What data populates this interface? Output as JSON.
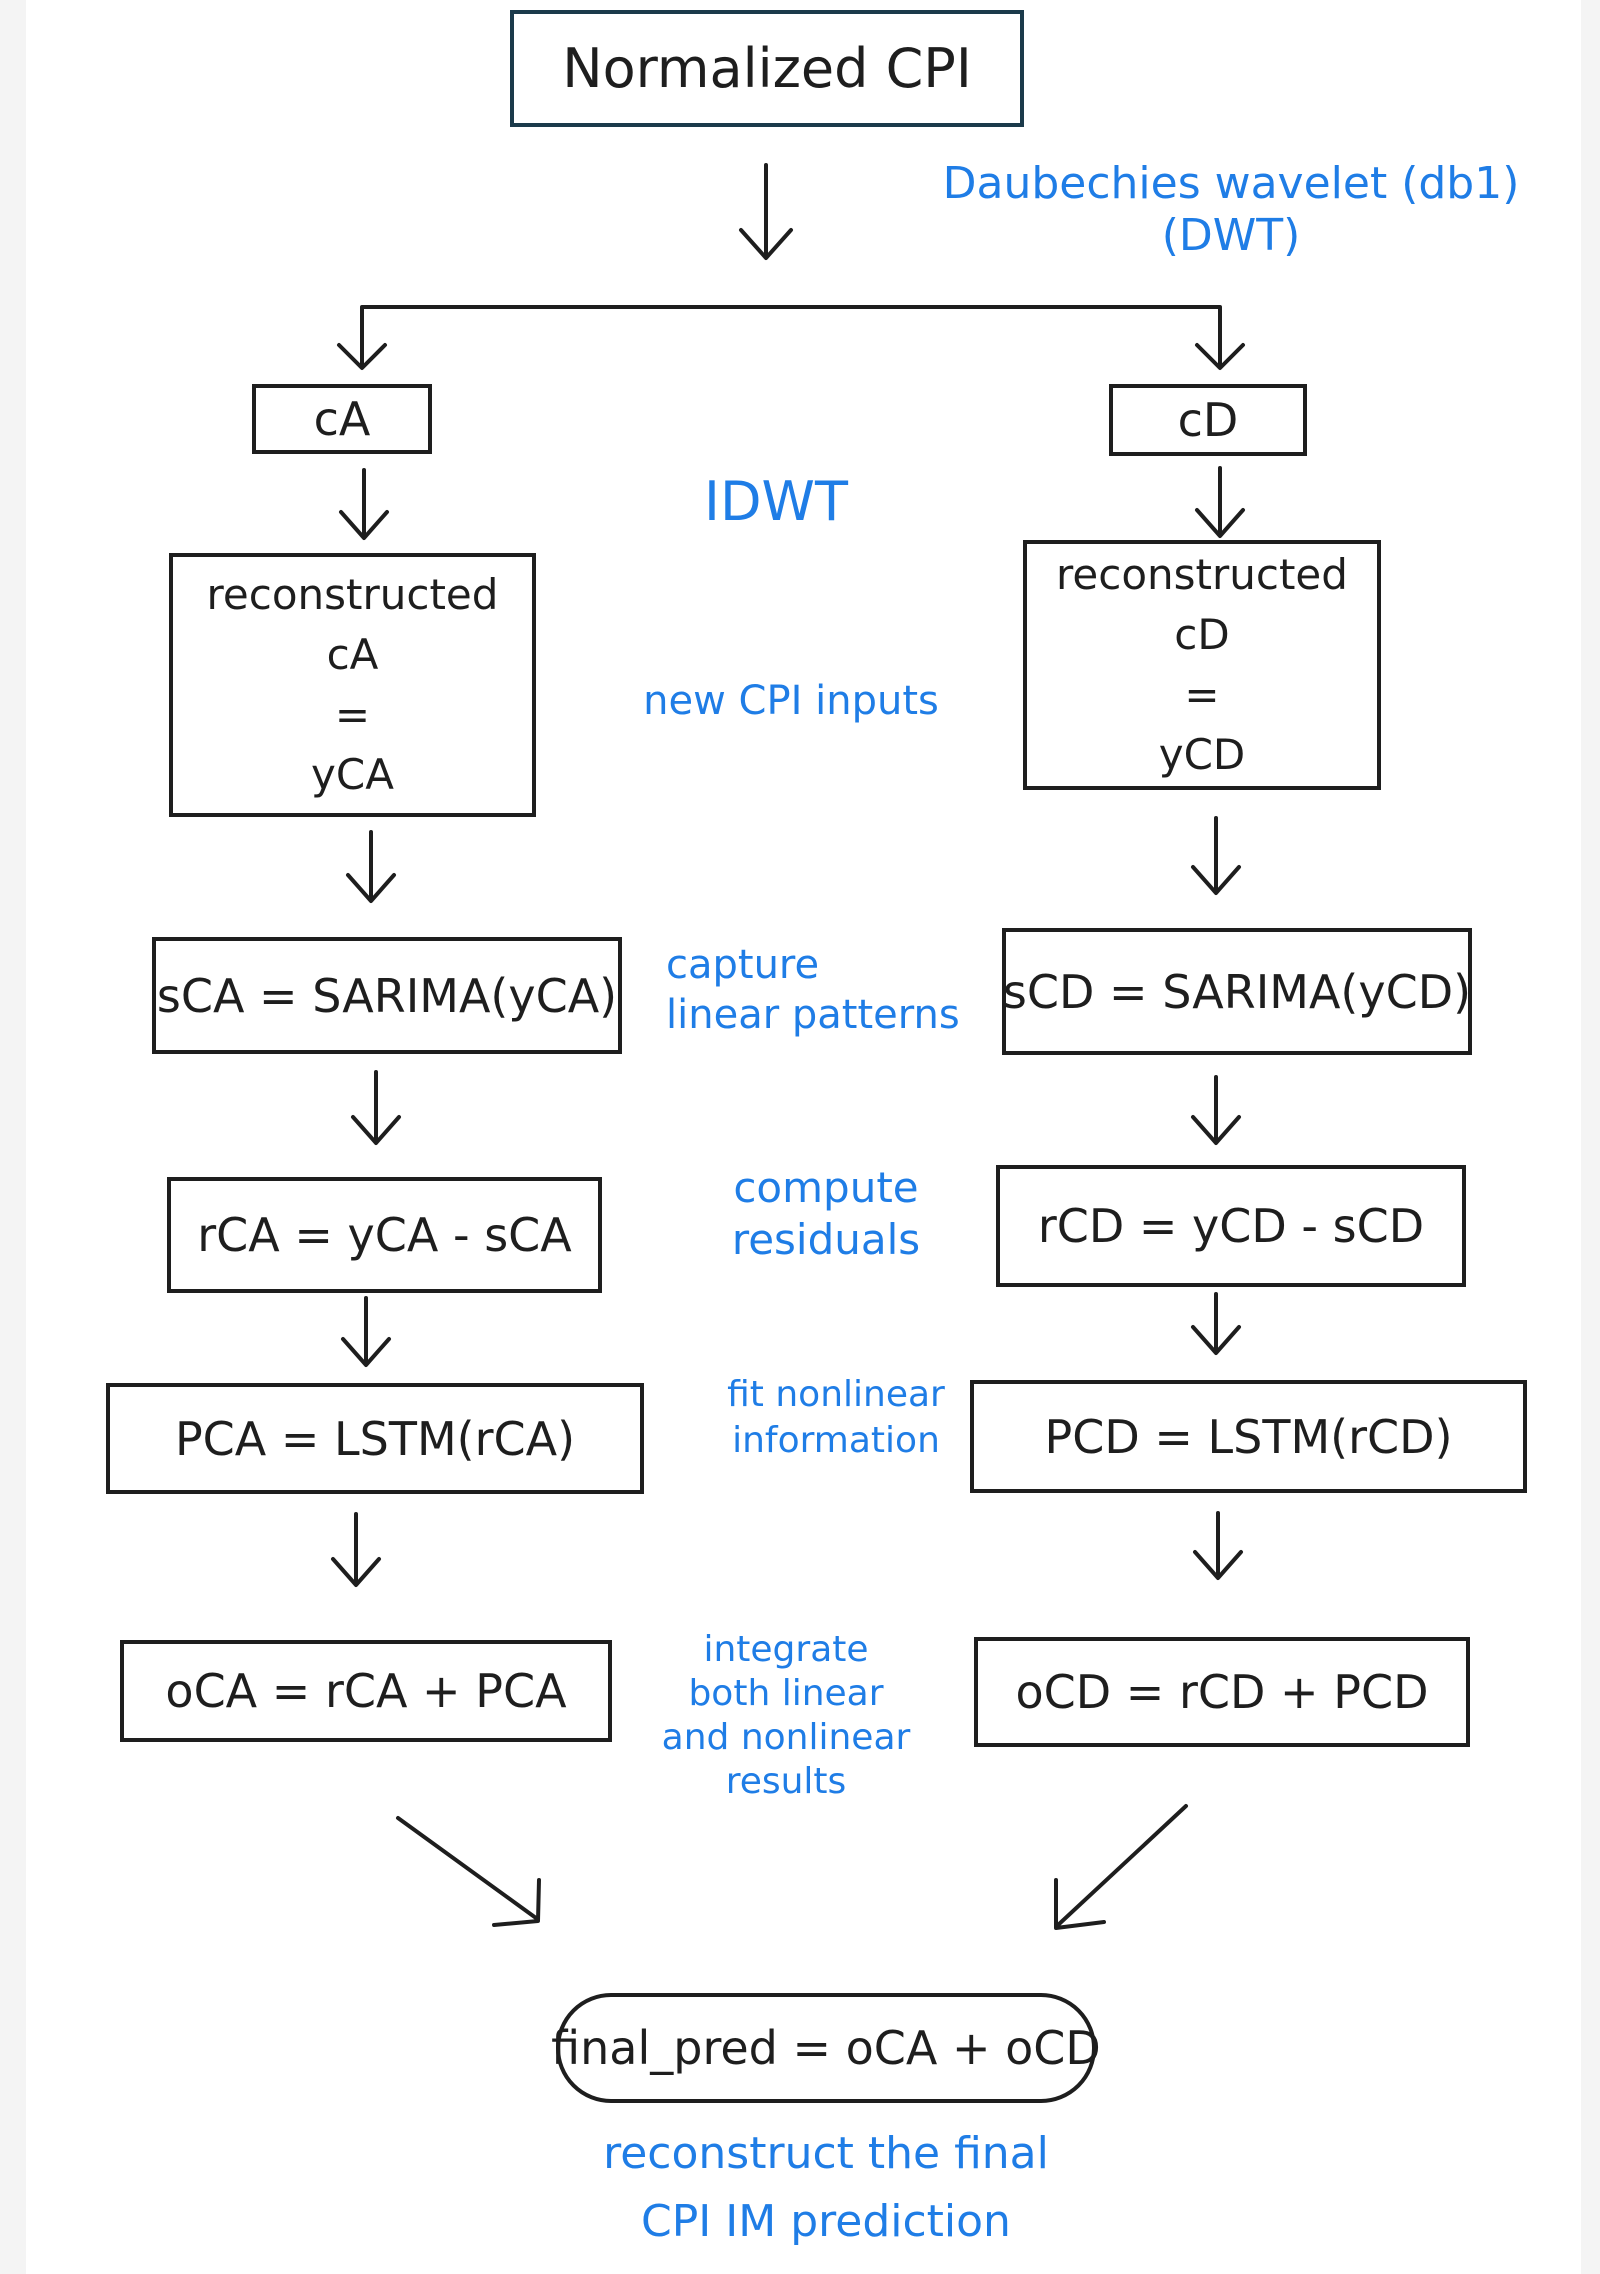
{
  "diagram": {
    "title": "Normalized CPI",
    "transform_note": [
      "Daubechies wavelet (db1)",
      "(DWT)"
    ],
    "left": {
      "coeff": "cA",
      "recon": [
        "reconstructed",
        "cA",
        "=",
        "yCA"
      ],
      "sarima": "sCA = SARIMA(yCA)",
      "resid": "rCA = yCA - sCA",
      "lstm": "PCA = LSTM(rCA)",
      "output": "oCA = rCA + PCA"
    },
    "right": {
      "coeff": "cD",
      "recon": [
        "reconstructed",
        "cD",
        "=",
        "yCD"
      ],
      "sarima": "sCD = SARIMA(yCD)",
      "resid": "rCD = yCD - sCD",
      "lstm": "PCD = LSTM(rCD)",
      "output": "oCD = rCD + PCD"
    },
    "notes": {
      "idwt": "IDWT",
      "new_inputs": "new CPI inputs",
      "linear": [
        "capture",
        "linear patterns"
      ],
      "residuals": [
        "compute",
        "residuals"
      ],
      "nonlinear": [
        "fit nonlinear",
        "information"
      ],
      "integrate": [
        "integrate",
        "both linear",
        "and nonlinear",
        "results"
      ],
      "final_note": [
        "reconstruct the final",
        "CPI IM prediction"
      ]
    },
    "final": "final_pred = oCA + oCD"
  }
}
